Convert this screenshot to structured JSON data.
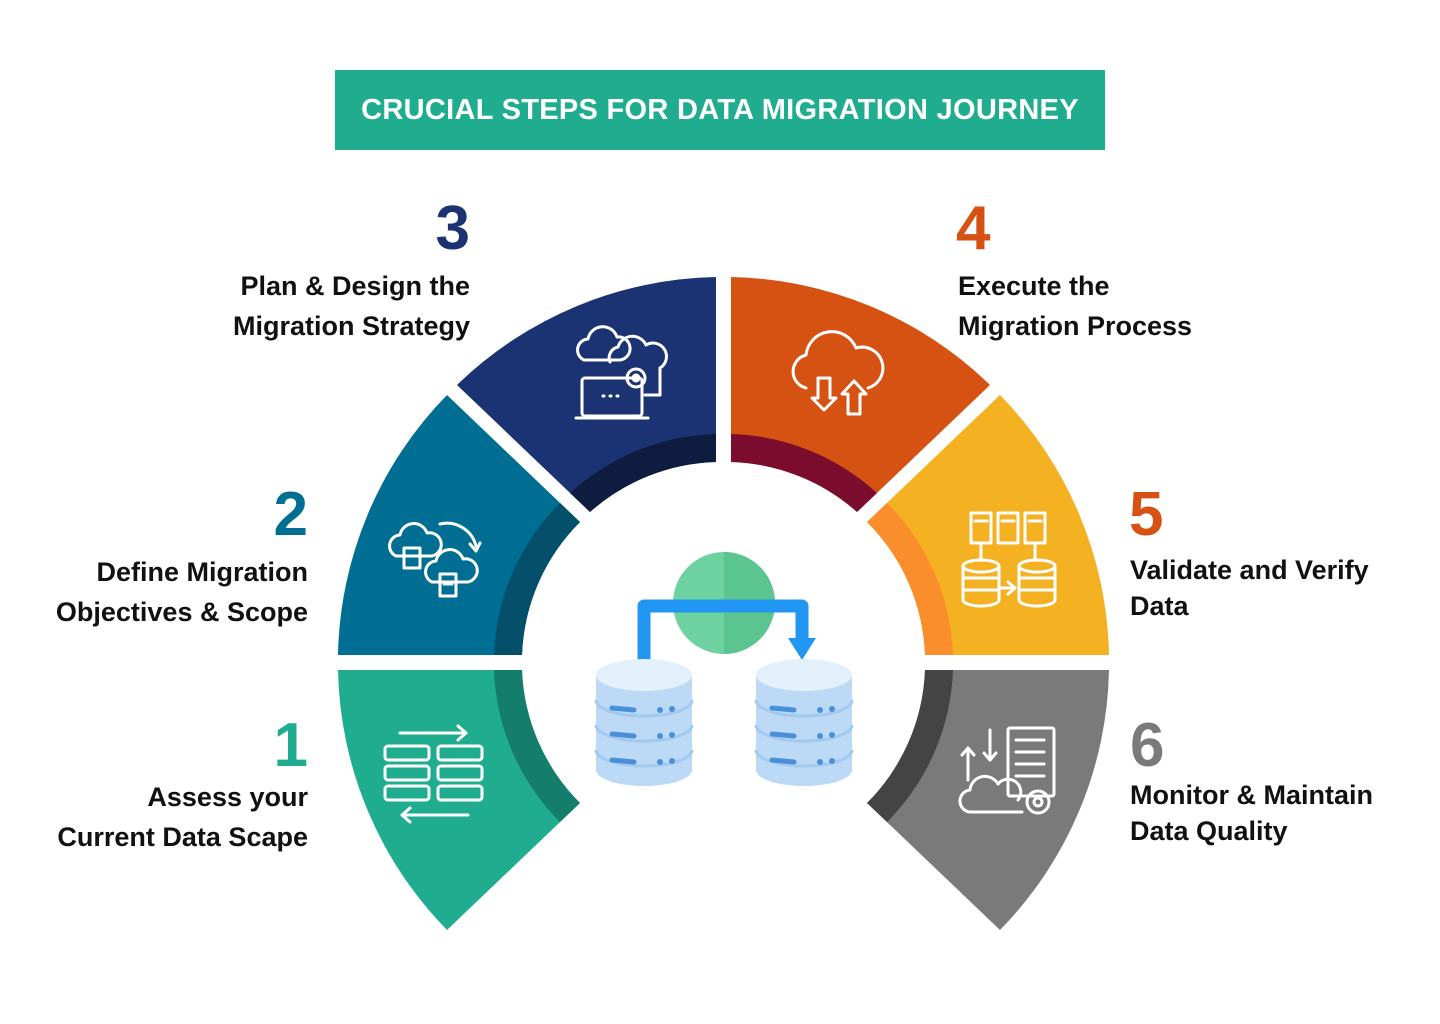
{
  "title": "CRUCIAL STEPS FOR DATA MIGRATION JOURNEY",
  "colors": {
    "banner": "#20ad8f",
    "step1": "#20ad8f",
    "step2": "#006e92",
    "step3": "#1b3373",
    "step4": "#d65212",
    "step5": "#f4b223",
    "step6": "#7a7a7a",
    "num5": "#d65212"
  },
  "steps": [
    {
      "number": "1",
      "line1": "Assess your",
      "line2": "Current Data Scape",
      "icon": "data-transfer-icon"
    },
    {
      "number": "2",
      "line1": "Define Migration",
      "line2": "Objectives & Scope",
      "icon": "cloud-sync-icon"
    },
    {
      "number": "3",
      "line1": "Plan & Design the",
      "line2": "Migration Strategy",
      "icon": "cloud-laptop-gear-icon"
    },
    {
      "number": "4",
      "line1": "Execute the",
      "line2": "Migration Process",
      "icon": "cloud-upload-download-icon"
    },
    {
      "number": "5",
      "line1": "Validate and Verify",
      "line2": "Data",
      "icon": "database-validate-icon"
    },
    {
      "number": "6",
      "line1": "Monitor & Maintain",
      "line2": "Data Quality",
      "icon": "server-cloud-gear-icon"
    }
  ],
  "center_icon": "database-migration-icon"
}
